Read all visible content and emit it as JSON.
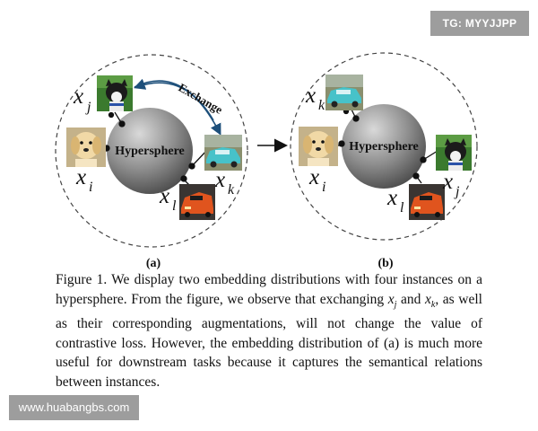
{
  "watermarks": {
    "top_right": "TG: MYYJJPP",
    "bottom_left": "www.huabangbs.com"
  },
  "figure": {
    "panel_a": {
      "label": "(a)",
      "sphere_label": "Hypersphere",
      "arrow_label": "Exchange",
      "instances": [
        {
          "var": "x",
          "sub": "j",
          "image": "dog-husky"
        },
        {
          "var": "x",
          "sub": "i",
          "image": "dog-golden-puppy"
        },
        {
          "var": "x",
          "sub": "k",
          "image": "car-classic-teal"
        },
        {
          "var": "x",
          "sub": "l",
          "image": "car-sports-orange"
        }
      ]
    },
    "panel_b": {
      "label": "(b)",
      "sphere_label": "Hypersphere",
      "instances": [
        {
          "var": "x",
          "sub": "k",
          "image": "car-classic-teal"
        },
        {
          "var": "x",
          "sub": "i",
          "image": "dog-golden-puppy"
        },
        {
          "var": "x",
          "sub": "j",
          "image": "dog-husky"
        },
        {
          "var": "x",
          "sub": "l",
          "image": "car-sports-orange"
        }
      ]
    }
  },
  "caption": {
    "part1": "Figure 1. We display two embedding distributions with four instances on a hypersphere.  From the figure, we observe that exchanging ",
    "x_j": "x",
    "x_j_sub": "j",
    "and": " and ",
    "x_k": "x",
    "x_k_sub": "k",
    "part2": ", as well as their corresponding augmentations, will not change the value of contrastive loss. However, the embedding distribution of (a) is much more useful for downstream tasks because it captures the semantical relations between instances."
  }
}
